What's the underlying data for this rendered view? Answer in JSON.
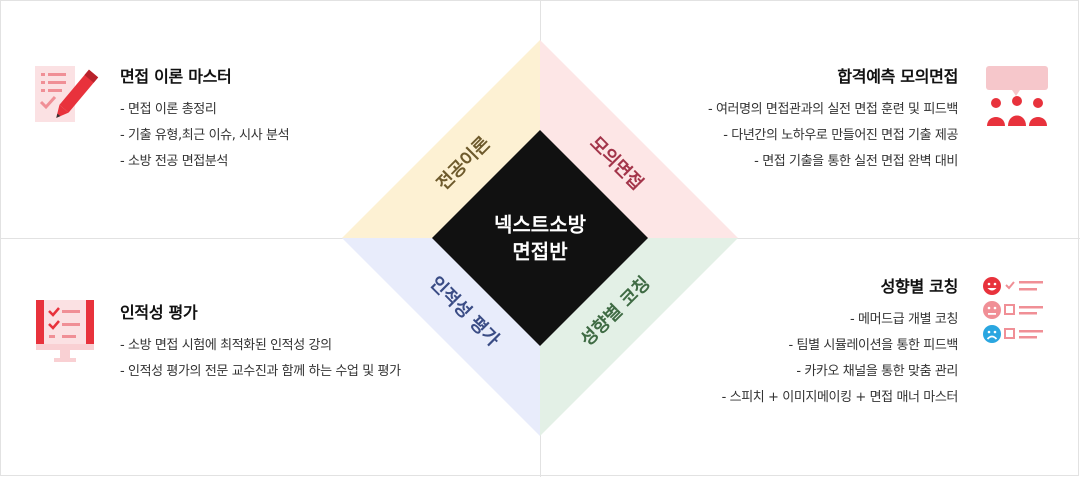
{
  "center": {
    "line1": "넥스트소방",
    "line2": "면접반"
  },
  "diamond_labels": {
    "top_left": "전공이론",
    "top_right": "모의면접",
    "bottom_left": "인적성 평가",
    "bottom_right": "성향별 코칭"
  },
  "colors": {
    "top_left_fill": "#fdf1d3",
    "top_left_text": "#6e5a2c",
    "top_right_fill": "#fde6e6",
    "top_right_text": "#a3354a",
    "bottom_left_fill": "#e8ecfb",
    "bottom_left_text": "#3a4c85",
    "bottom_right_fill": "#e3f0e6",
    "bottom_right_text": "#3f6b44",
    "center_fill": "#111111",
    "icon_red": "#e8323c"
  },
  "sections": {
    "top_left": {
      "title": "면접 이론 마스터",
      "items": [
        "- 면접 이론 총정리",
        "- 기출 유형,최근 이슈, 시사 분석",
        "- 소방 전공 면접분석"
      ]
    },
    "bottom_left": {
      "title": "인적성 평가",
      "items": [
        "- 소방 면접 시험에 최적화된 인적성 강의",
        "- 인적성 평가의 전문 교수진과 함께 하는 수업 및 평가"
      ]
    },
    "top_right": {
      "title": "합격예측 모의면접",
      "items": [
        "- 여러명의 면접관과의 실전 면접 훈련 및 피드백",
        "- 다년간의 노하우로 만들어진 면접 기출 제공",
        "- 면접 기출을 통한 실전 면접 완벽 대비"
      ]
    },
    "bottom_right": {
      "title": "성향별 코칭",
      "items": [
        "- 메머드급 개별 코칭",
        "- 팀별 시뮬레이션을 통한 피드백",
        "- 카카오 채널을 통한 맞춤 관리",
        "- 스피치 + 이미지메이킹 + 면접 매너 마스터"
      ]
    }
  },
  "icons": {
    "top_left": "checklist-pencil-icon",
    "bottom_left": "monitor-checklist-icon",
    "top_right": "speech-bubbles-group-icon",
    "bottom_right": "emoji-feedback-icon"
  }
}
